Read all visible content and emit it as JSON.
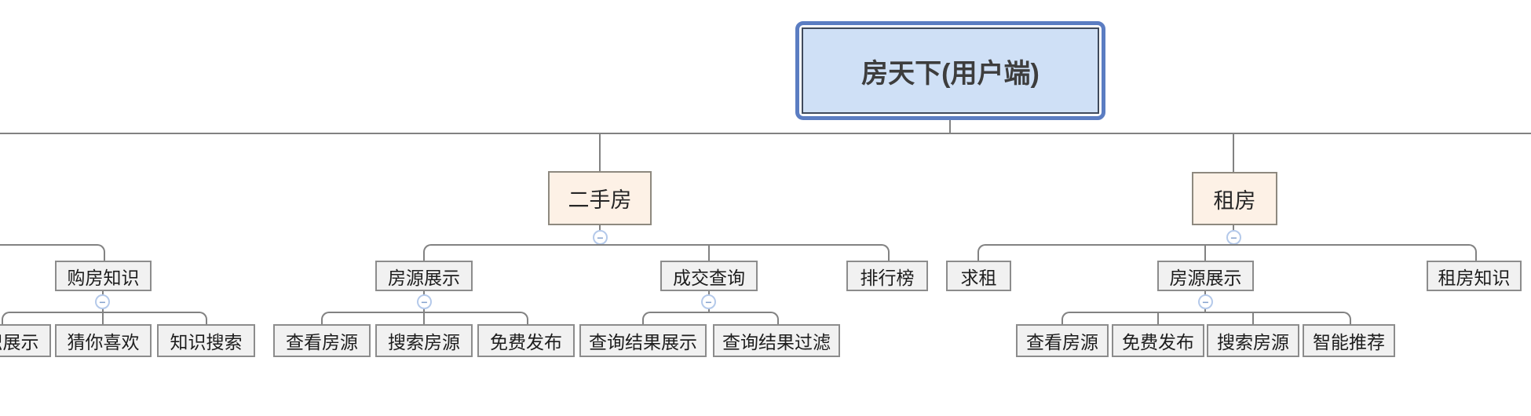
{
  "root": {
    "label": "房天下(用户端)"
  },
  "branches": {
    "secondhand": {
      "label": "二手房",
      "children": {
        "listing": {
          "label": "房源展示",
          "children": {
            "view": {
              "label": "查看房源"
            },
            "search": {
              "label": "搜索房源"
            },
            "publish": {
              "label": "免费发布"
            }
          }
        },
        "deal": {
          "label": "成交查询",
          "children": {
            "result_display": {
              "label": "查询结果展示"
            },
            "result_filter": {
              "label": "查询结果过滤"
            }
          }
        },
        "ranking": {
          "label": "排行榜"
        }
      }
    },
    "rent": {
      "label": "租房",
      "children": {
        "seek": {
          "label": "求租"
        },
        "listing": {
          "label": "房源展示",
          "children": {
            "view": {
              "label": "查看房源"
            },
            "publish": {
              "label": "免费发布"
            },
            "search": {
              "label": "搜索房源"
            },
            "smart": {
              "label": "智能推荐"
            }
          }
        },
        "knowledge": {
          "label": "租房知识"
        }
      }
    },
    "left_partial": {
      "children": {
        "knowledge": {
          "label": "购房知识",
          "children": {
            "display": {
              "label": "知识展示"
            },
            "guess": {
              "label": "猜你喜欢"
            },
            "search": {
              "label": "知识搜索"
            }
          }
        }
      }
    }
  },
  "icons": {
    "collapse_glyph": "−"
  },
  "colors": {
    "root_fill": "#cfe0f6",
    "root_selection_border": "#5b7dc2",
    "branch_fill": "#fdf1e6",
    "topic_fill": "#f1f1f1",
    "connector_line": "#828282",
    "collapse_blue": "#87a4cf"
  }
}
